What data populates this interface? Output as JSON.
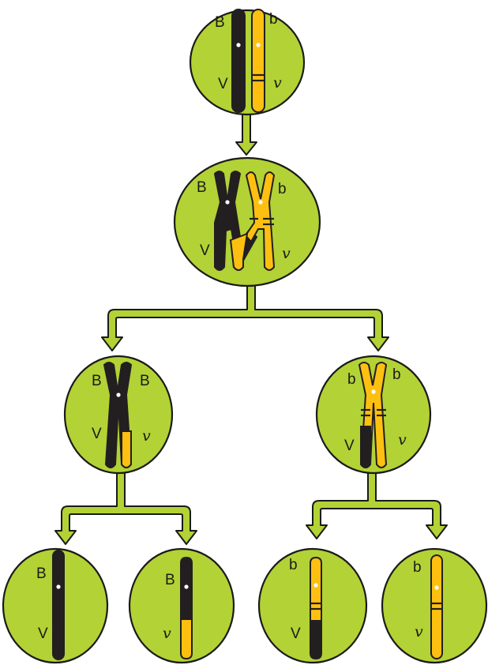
{
  "colors": {
    "cell": "#b3d235",
    "outline": "#1a1a1a",
    "dominant_chromosome": "#231f20",
    "recessive_chromosome": "#fdc010",
    "centromere": "#ffffff"
  },
  "icons": [
    "chromosome-black",
    "chromosome-yellow",
    "arrow-down",
    "arrow-branch"
  ],
  "labels": {
    "cell1": {
      "B": "B",
      "b": "b",
      "V": "V",
      "v": "v"
    },
    "cell2": {
      "B": "B",
      "b": "b",
      "V": "V",
      "v": "v"
    },
    "cell3": {
      "B_left": "B",
      "B_right": "B",
      "V": "V",
      "v": "v"
    },
    "cell4": {
      "b_left": "b",
      "b_right": "b",
      "V": "V",
      "v": "v"
    },
    "cell5": {
      "B": "B",
      "V": "V"
    },
    "cell6": {
      "B": "B",
      "v": "v"
    },
    "cell7": {
      "b": "b",
      "V": "V"
    },
    "cell8": {
      "b": "b",
      "v": "v"
    }
  }
}
